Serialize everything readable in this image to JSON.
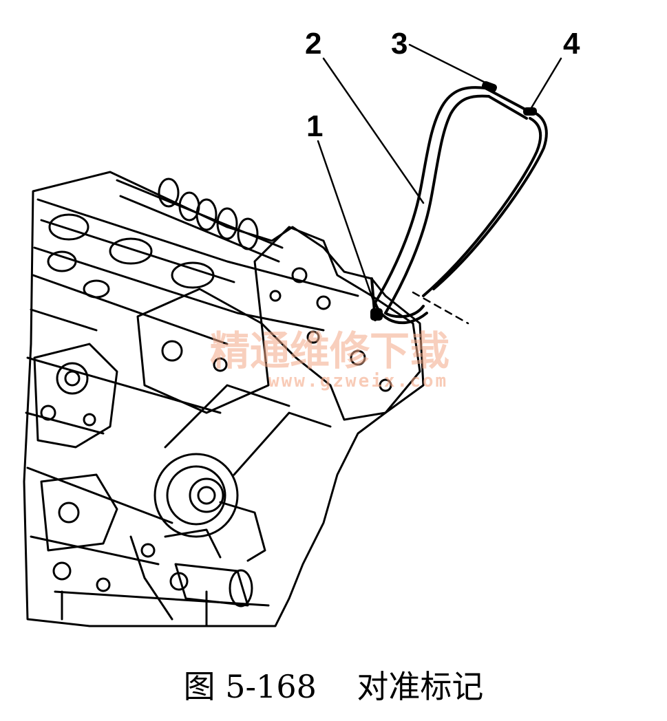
{
  "figure": {
    "callouts": [
      {
        "id": "1",
        "label": "1"
      },
      {
        "id": "2",
        "label": "2"
      },
      {
        "id": "3",
        "label": "3"
      },
      {
        "id": "4",
        "label": "4"
      }
    ],
    "watermark": {
      "text": "精通维修下载",
      "url": "www.gzweix.com"
    },
    "caption": {
      "figure_number": "图 5-168",
      "title": "对准标记"
    }
  }
}
